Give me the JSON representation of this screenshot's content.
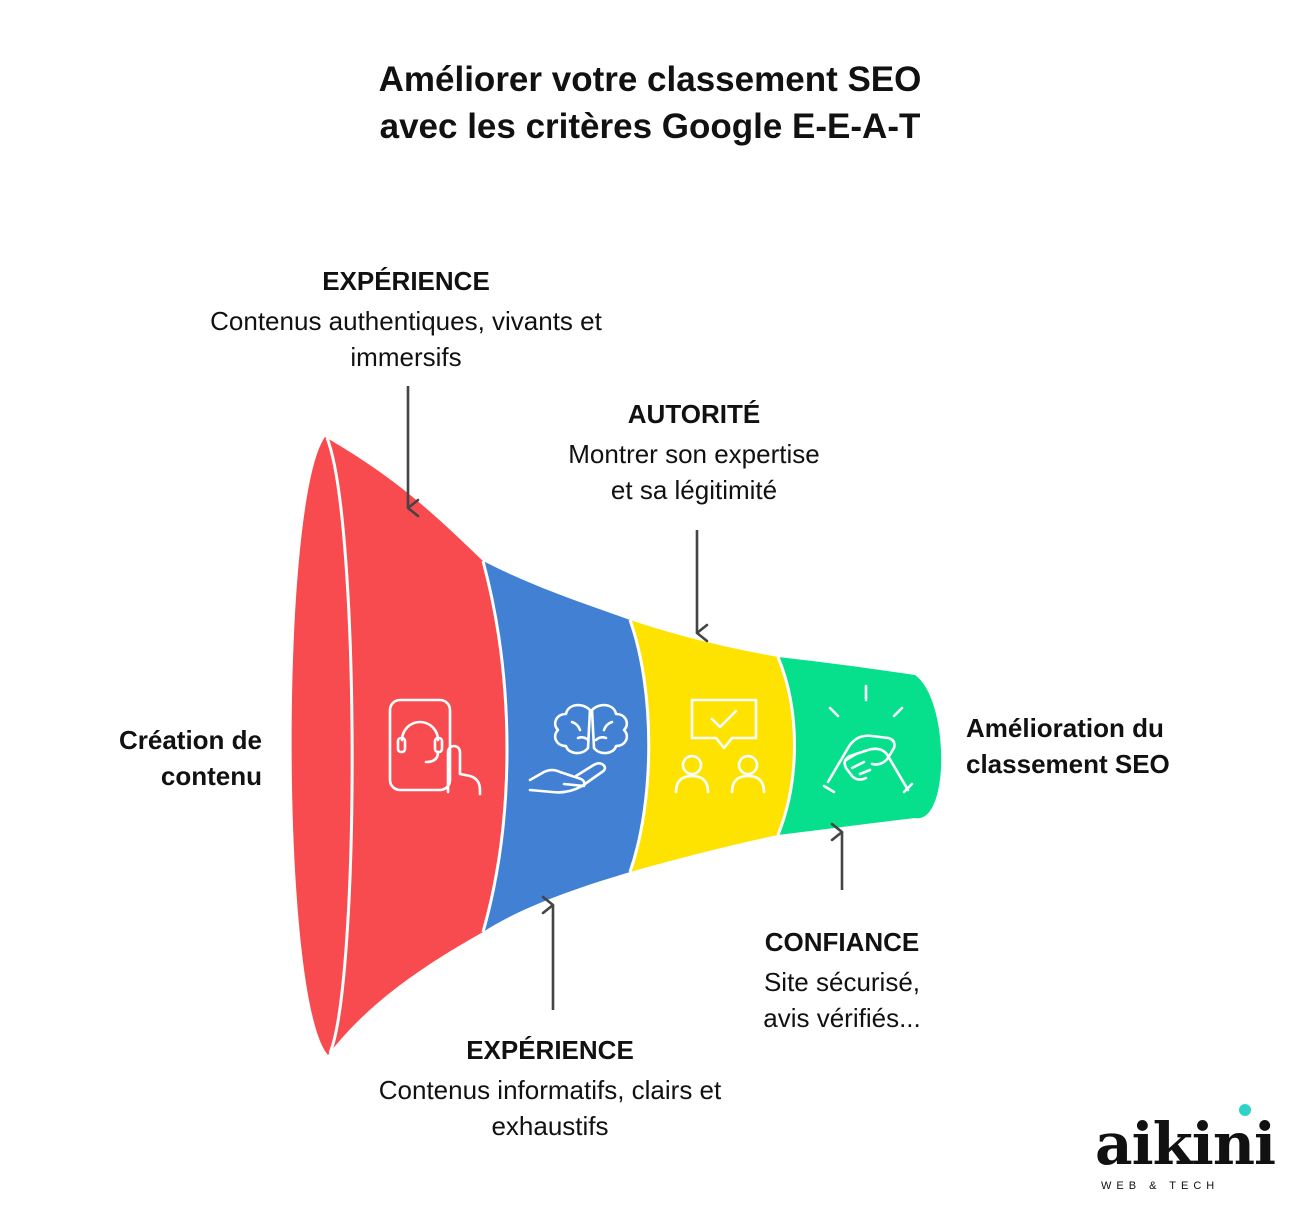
{
  "title": {
    "line1": "Améliorer votre classement SEO",
    "line2": "avec les critères Google E-E-A-T"
  },
  "stages": [
    {
      "color": "#f84b4f",
      "icon": "support-touch-icon"
    },
    {
      "color": "#4180d3",
      "icon": "brain-hand-icon"
    },
    {
      "color": "#ffe300",
      "icon": "presentation-audience-icon"
    },
    {
      "color": "#06e08c",
      "icon": "handshake-icon"
    }
  ],
  "callouts": {
    "experience_top": {
      "heading": "EXPÉRIENCE",
      "line1": "Contenus authentiques, vivants et",
      "line2": "immersifs"
    },
    "autorite": {
      "heading": "AUTORITÉ",
      "line1": "Montrer son expertise",
      "line2": "et sa légitimité"
    },
    "experience_bottom": {
      "heading": "EXPÉRIENCE",
      "line1": "Contenus informatifs, clairs et",
      "line2": "exhaustifs"
    },
    "confiance": {
      "heading": "CONFIANCE",
      "line1": "Site sécurisé,",
      "line2": "avis vérifiés..."
    }
  },
  "input_label": {
    "line1": "Création de",
    "line2": "contenu"
  },
  "output_label": {
    "line1": "Amélioration du",
    "line2": "classement SEO"
  },
  "logo": {
    "word": "aikini",
    "tagline": "WEB & TECH",
    "dot_color": "#2ed3c6"
  }
}
